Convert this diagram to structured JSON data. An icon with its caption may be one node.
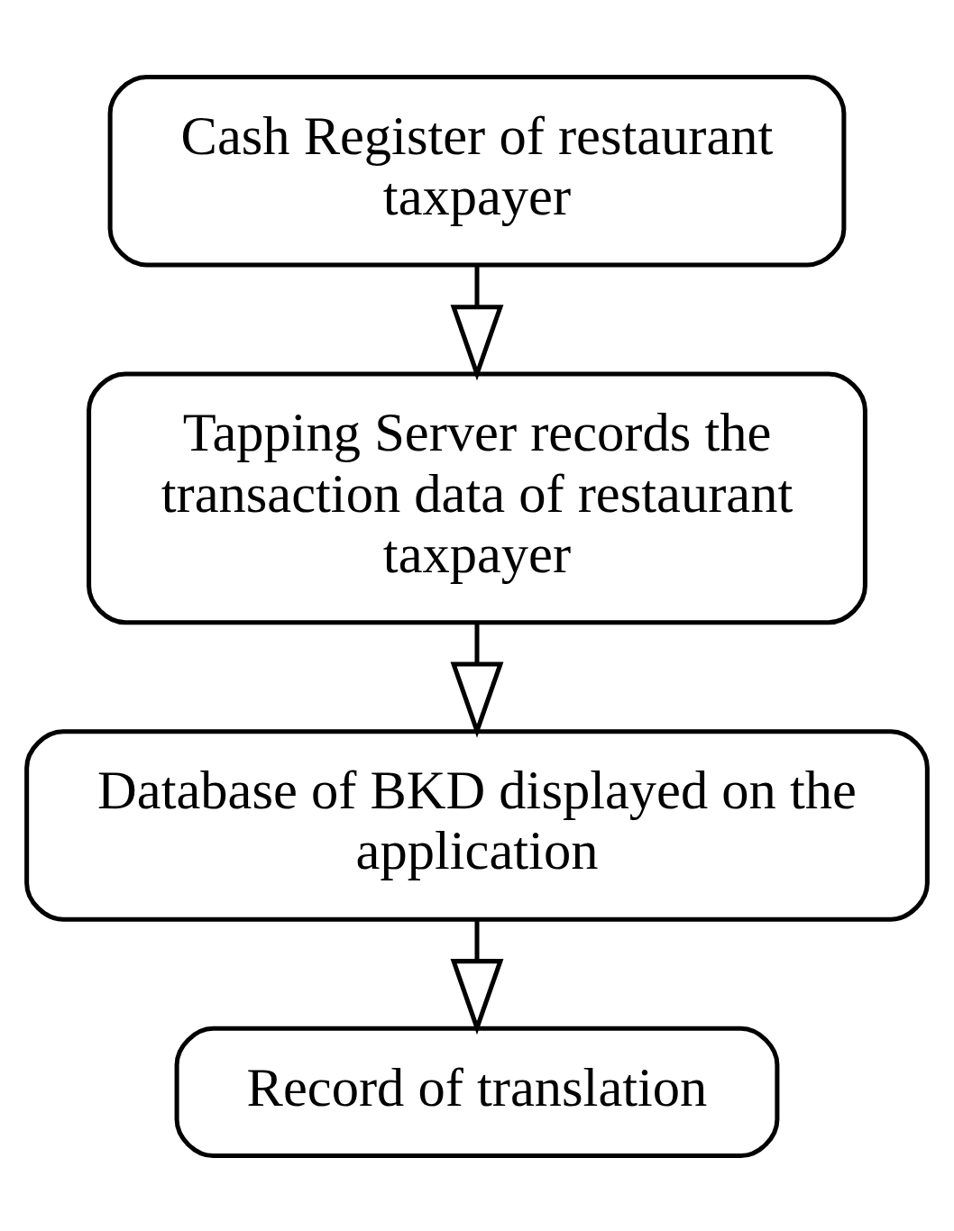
{
  "diagram": {
    "nodes": [
      {
        "text": [
          "Cash Register of restaurant taxpayer"
        ]
      },
      {
        "text": [
          "Tapping Server records the transaction data of restaurant taxpayer"
        ]
      },
      {
        "text": [
          "Database of BKD displayed on the application"
        ]
      },
      {
        "text": [
          "Record of translation"
        ]
      }
    ],
    "edges": [
      {
        "from": 0,
        "to": 1,
        "arrow": "to"
      },
      {
        "from": 1,
        "to": 2,
        "arrow": "to"
      },
      {
        "from": 2,
        "to": 3,
        "arrow": "to"
      }
    ]
  }
}
